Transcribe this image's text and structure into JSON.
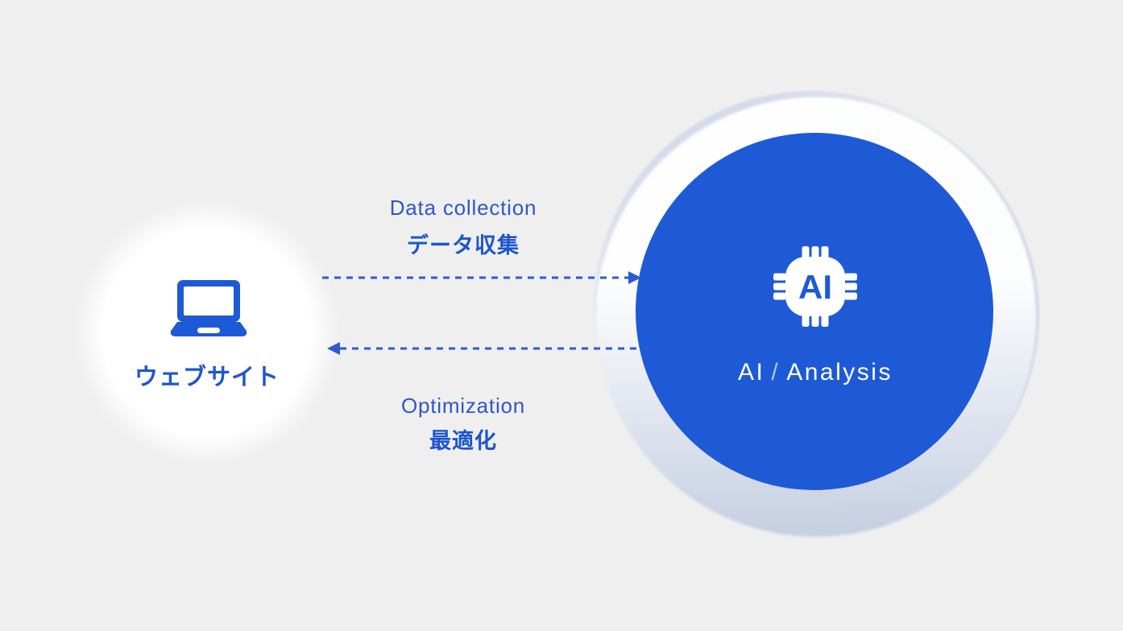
{
  "colors": {
    "background": "#efefef",
    "primary_blue": "#1e5ad6",
    "label_blue_en": "#2e57c8",
    "label_blue_ja": "#1d55ce",
    "halo_tint": "#c7d0e3",
    "node_white": "#ffffff"
  },
  "website_node": {
    "label": "ウェブサイト",
    "icon": "laptop-icon"
  },
  "ai_node": {
    "chip_text": "AI",
    "label_ai": "AI",
    "label_separator": "/",
    "label_analysis": "Analysis",
    "icon": "ai-chip-icon"
  },
  "flow_top": {
    "direction": "left-to-right",
    "label_en": "Data collection",
    "label_ja": "データ収集"
  },
  "flow_bottom": {
    "direction": "right-to-left",
    "label_en": "Optimization",
    "label_ja": "最適化"
  }
}
